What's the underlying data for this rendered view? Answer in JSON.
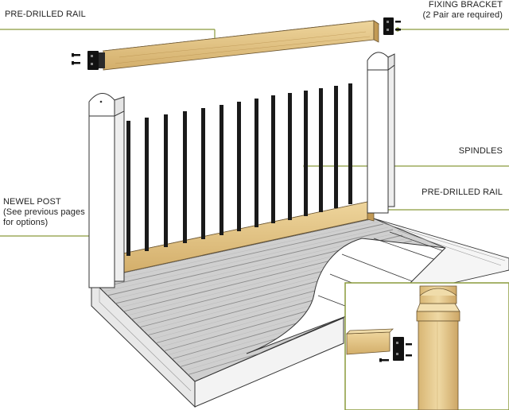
{
  "labels": {
    "pre_drilled_rail_top": "PRE-DRILLED RAIL",
    "fixing_bracket": "FIXING BRACKET",
    "fixing_bracket_note": "(2 Pair are required)",
    "spindles": "SPINDLES",
    "pre_drilled_rail_right": "PRE-DRILLED RAIL",
    "newel_post": "NEWEL POST",
    "newel_post_note_1": "(See previous pages",
    "newel_post_note_2": "for options)"
  },
  "colors": {
    "leader_line": "#8a9a3c",
    "wood": "#e6c98c",
    "wood_dark": "#c9a45e",
    "post": "#ffffff",
    "spindle": "#1a1a1a",
    "deck": "#c9c9c9",
    "deck_dark": "#8c8c8c",
    "outline": "#333333",
    "inset_border": "#8a9a3c"
  },
  "icons": [
    "bracket-icon",
    "screw-icon"
  ]
}
